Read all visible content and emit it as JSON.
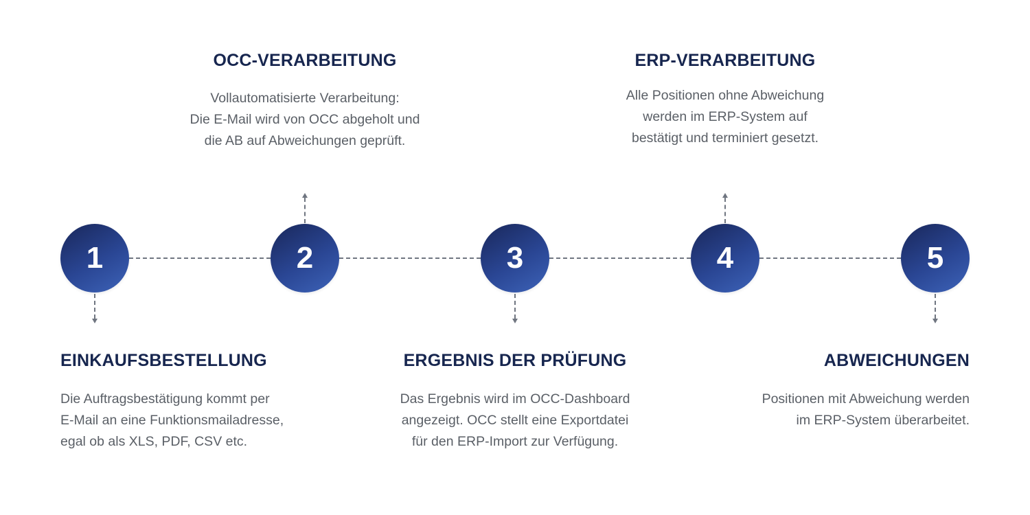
{
  "steps": [
    {
      "number": "1",
      "title": "EINKAUFSBESTELLUNG",
      "description": "Die Auftragsbestätigung kommt per\nE-Mail an eine Funktionsmailadresse,\negal ob als XLS, PDF, CSV etc."
    },
    {
      "number": "2",
      "title": "OCC-VERARBEITUNG",
      "description": "Vollautomatisierte Verarbeitung:\nDie E-Mail wird von OCC abgeholt und\ndie AB auf Abweichungen geprüft."
    },
    {
      "number": "3",
      "title": "ERGEBNIS DER PRÜFUNG",
      "description": "Das Ergebnis wird im OCC-Dashboard\nangezeigt. OCC stellt eine Exportdatei\nfür den ERP-Import zur Verfügung."
    },
    {
      "number": "4",
      "title": "ERP-VERARBEITUNG",
      "description": "Alle Positionen ohne Abweichung\nwerden im ERP-System auf\nbestätigt und terminiert gesetzt."
    },
    {
      "number": "5",
      "title": "ABWEICHUNGEN",
      "description": "Positionen mit Abweichung werden\nim ERP-System überarbeitet."
    }
  ],
  "colors": {
    "title": "#17264f",
    "text": "#5a5f66",
    "circle_dark": "#19275a",
    "circle_light": "#3d63b8",
    "connector": "#6f7580"
  }
}
